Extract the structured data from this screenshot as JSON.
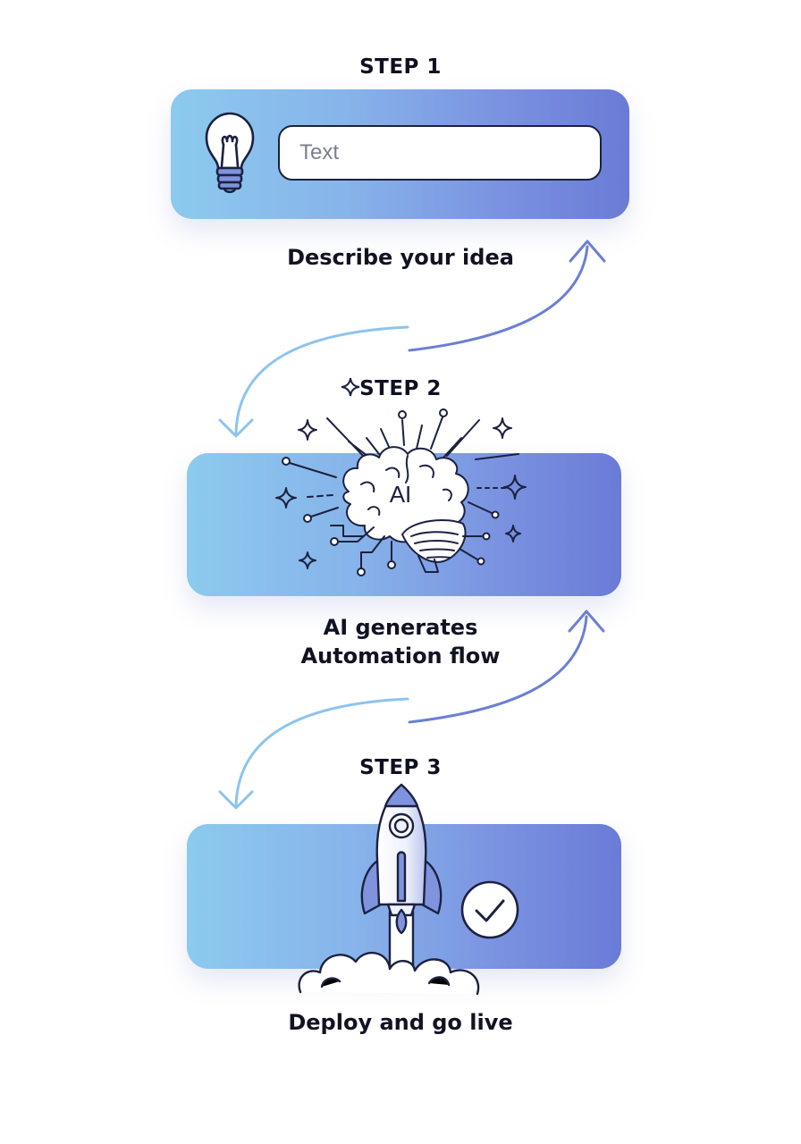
{
  "steps": [
    {
      "heading": "STEP 1",
      "input_placeholder": "Text",
      "caption": "Describe your idea",
      "icon": "lightbulb-icon"
    },
    {
      "heading": "STEP 2",
      "badge": "AI",
      "caption_line1": "AI generates",
      "caption_line2": "Automation flow",
      "icon": "brain-icon"
    },
    {
      "heading": "STEP 3",
      "caption": "Deploy and go live",
      "icon": "rocket-icon",
      "status_icon": "checkmark-icon"
    }
  ],
  "colors": {
    "panel_left": "#8ccaee",
    "panel_right": "#6a7bd6",
    "arrow_light": "#8dc4ee",
    "arrow_dark": "#6b7fd3",
    "ink": "#1c2140"
  }
}
